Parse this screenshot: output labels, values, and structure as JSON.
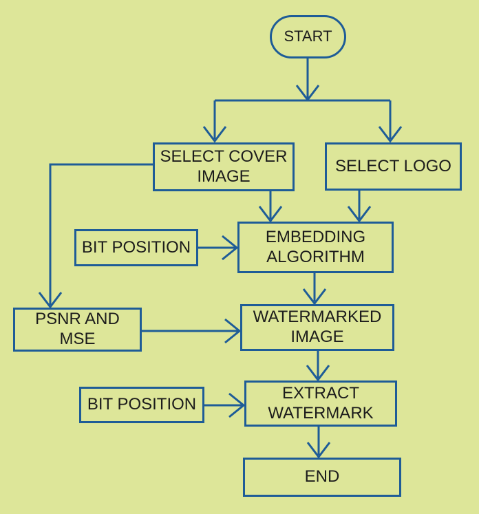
{
  "diagram": {
    "colors": {
      "background": "#dde699",
      "line": "#1e5c97",
      "text": "#1c1c1c"
    },
    "nodes": {
      "start": {
        "label": "START",
        "shape": "terminator"
      },
      "select_cover_image": {
        "label": "SELECT COVER IMAGE",
        "shape": "process"
      },
      "select_logo": {
        "label": "SELECT LOGO",
        "shape": "process"
      },
      "bit_position_1": {
        "label": "BIT POSITION",
        "shape": "process"
      },
      "embedding_algorithm": {
        "label": "EMBEDDING ALGORITHM",
        "shape": "process"
      },
      "psnr_mse": {
        "label": "PSNR AND MSE",
        "shape": "process"
      },
      "watermarked_image": {
        "label": "WATERMARKED IMAGE",
        "shape": "process"
      },
      "bit_position_2": {
        "label": "BIT POSITION",
        "shape": "process"
      },
      "extract_watermark": {
        "label": "EXTRACT WATERMARK",
        "shape": "process"
      },
      "end": {
        "label": "END",
        "shape": "process"
      }
    },
    "edges": [
      {
        "from": "start",
        "to": "select_cover_image"
      },
      {
        "from": "start",
        "to": "select_logo"
      },
      {
        "from": "select_cover_image",
        "to": "embedding_algorithm"
      },
      {
        "from": "select_logo",
        "to": "embedding_algorithm"
      },
      {
        "from": "bit_position_1",
        "to": "embedding_algorithm"
      },
      {
        "from": "select_cover_image",
        "to": "psnr_mse"
      },
      {
        "from": "embedding_algorithm",
        "to": "watermarked_image"
      },
      {
        "from": "psnr_mse",
        "to": "watermarked_image"
      },
      {
        "from": "watermarked_image",
        "to": "extract_watermark"
      },
      {
        "from": "bit_position_2",
        "to": "extract_watermark"
      },
      {
        "from": "extract_watermark",
        "to": "end"
      }
    ]
  }
}
